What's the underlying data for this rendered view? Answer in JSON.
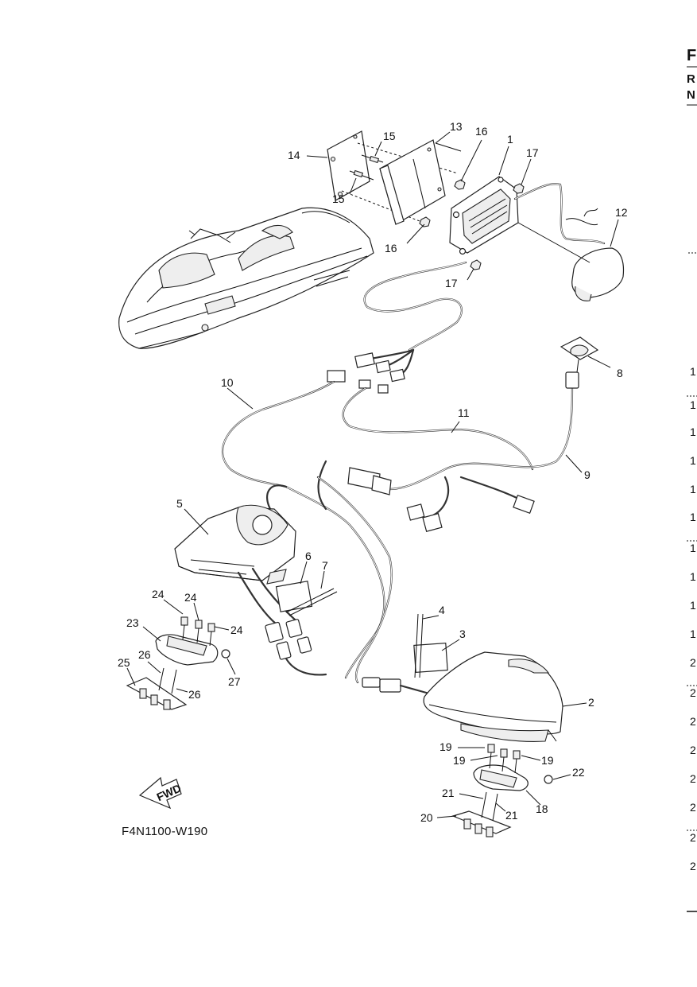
{
  "diagram": {
    "drawing_code": "F4N1100-W190",
    "fwd_label": "FWD",
    "callouts": [
      {
        "id": "c1",
        "text": "1"
      },
      {
        "id": "c2",
        "text": "2"
      },
      {
        "id": "c3",
        "text": "3"
      },
      {
        "id": "c4",
        "text": "4"
      },
      {
        "id": "c5",
        "text": "5"
      },
      {
        "id": "c6",
        "text": "6"
      },
      {
        "id": "c7",
        "text": "7"
      },
      {
        "id": "c8",
        "text": "8"
      },
      {
        "id": "c9",
        "text": "9"
      },
      {
        "id": "c10",
        "text": "10"
      },
      {
        "id": "c11",
        "text": "11"
      },
      {
        "id": "c12",
        "text": "12"
      },
      {
        "id": "c13",
        "text": "13"
      },
      {
        "id": "c14",
        "text": "14"
      },
      {
        "id": "c15a",
        "text": "15"
      },
      {
        "id": "c15b",
        "text": "15"
      },
      {
        "id": "c16a",
        "text": "16"
      },
      {
        "id": "c16b",
        "text": "16"
      },
      {
        "id": "c17a",
        "text": "17"
      },
      {
        "id": "c17b",
        "text": "17"
      },
      {
        "id": "c18",
        "text": "18"
      },
      {
        "id": "c19a",
        "text": "19"
      },
      {
        "id": "c19b",
        "text": "19"
      },
      {
        "id": "c19c",
        "text": "19"
      },
      {
        "id": "c20",
        "text": "20"
      },
      {
        "id": "c21a",
        "text": "21"
      },
      {
        "id": "c21b",
        "text": "21"
      },
      {
        "id": "c22",
        "text": "22"
      },
      {
        "id": "c23",
        "text": "23"
      },
      {
        "id": "c24a",
        "text": "24"
      },
      {
        "id": "c24b",
        "text": "24"
      },
      {
        "id": "c24c",
        "text": "24"
      },
      {
        "id": "c25",
        "text": "25"
      },
      {
        "id": "c26a",
        "text": "26"
      },
      {
        "id": "c26b",
        "text": "26"
      },
      {
        "id": "c27",
        "text": "27"
      }
    ],
    "right_edge": {
      "top_letters": [
        "F",
        "R",
        "N"
      ],
      "numbers": [
        "1",
        "1",
        "1",
        "1",
        "1",
        "1",
        "1",
        "1",
        "1",
        "1",
        "2",
        "2",
        "2",
        "2",
        "2",
        "2",
        "2",
        "2"
      ]
    }
  }
}
